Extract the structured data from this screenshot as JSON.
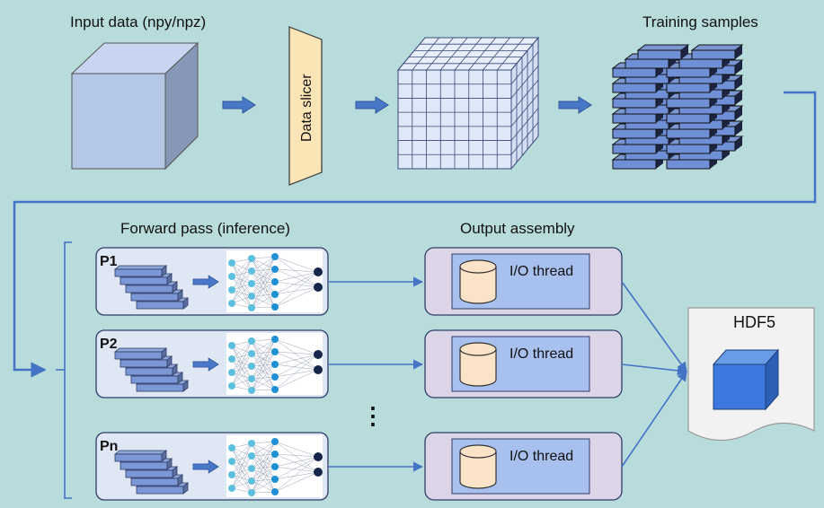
{
  "labels": {
    "input_data": "Input data (npy/npz)",
    "data_slicer": "Data slicer",
    "training_samples": "Training samples",
    "forward_pass": "Forward pass (inference)",
    "output_assembly": "Output assembly",
    "hdf5": "HDF5",
    "ellipsis": "⋮"
  },
  "processes": [
    {
      "name": "P1",
      "io_label": "I/O thread"
    },
    {
      "name": "P2",
      "io_label": "I/O thread"
    },
    {
      "name": "Pn",
      "io_label": "I/O thread"
    }
  ],
  "colors": {
    "background": "#b8dcdc",
    "arrow": "#4472c4",
    "cube_front": "#b4c7e7",
    "cube_side": "#8797b8",
    "slicer": "#fbe5b6",
    "panel_left": "#dfe7f5",
    "panel_right": "#dcd5e8",
    "io_box": "#a8c0ee",
    "db": "#fbe3c8",
    "hdf5_cube": "#3c78e0",
    "node_cyan": "#5bc0de",
    "node_blue": "#1f8fd6",
    "node_dark": "#15264a"
  }
}
